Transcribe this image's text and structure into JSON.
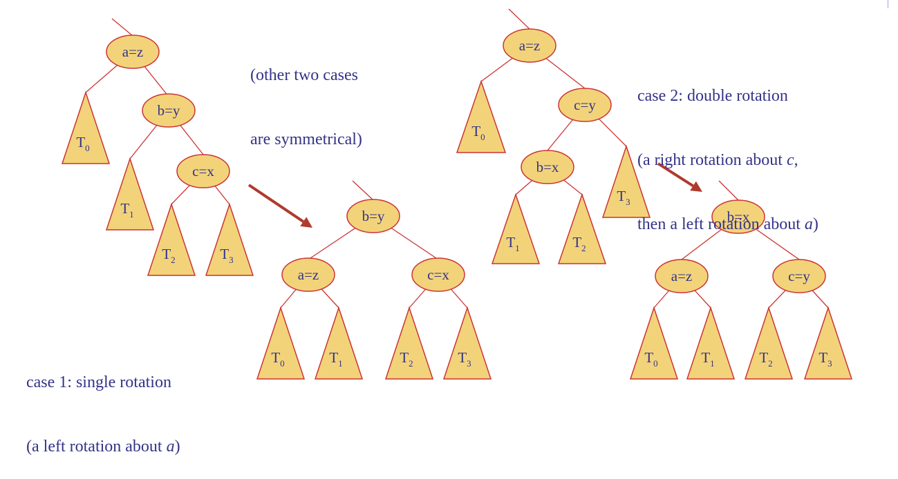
{
  "note": {
    "line1": "(other two cases",
    "line2": "are symmetrical)"
  },
  "case1": {
    "line1": "case 1: single rotation",
    "line2_prefix": "(a left rotation about ",
    "line2_var": "a",
    "line2_suffix": ")"
  },
  "case2": {
    "line1": "case 2: double rotation",
    "line2_prefix": "(a right rotation about ",
    "line2_var": "c",
    "line2_suffix": ",",
    "line3_prefix": "then a left rotation about ",
    "line3_var": "a",
    "line3_suffix": ")"
  },
  "trees": {
    "case1_before": {
      "nodes": [
        "a=z",
        "b=y",
        "c=x"
      ],
      "subtrees": [
        "T0",
        "T1",
        "T2",
        "T3"
      ]
    },
    "case1_after": {
      "nodes": [
        "b=y",
        "a=z",
        "c=x"
      ],
      "subtrees": [
        "T0",
        "T1",
        "T2",
        "T3"
      ]
    },
    "case2_before": {
      "nodes": [
        "a=z",
        "c=y",
        "b=x"
      ],
      "subtrees": [
        "T0",
        "T1",
        "T2",
        "T3"
      ]
    },
    "case2_after": {
      "nodes": [
        "b=x",
        "a=z",
        "c=y"
      ],
      "subtrees": [
        "T0",
        "T1",
        "T2",
        "T3"
      ]
    }
  },
  "colors": {
    "node_fill": "#f2d37a",
    "edge": "#cc3333",
    "text": "#333388",
    "arrow": "#b03a2e"
  }
}
